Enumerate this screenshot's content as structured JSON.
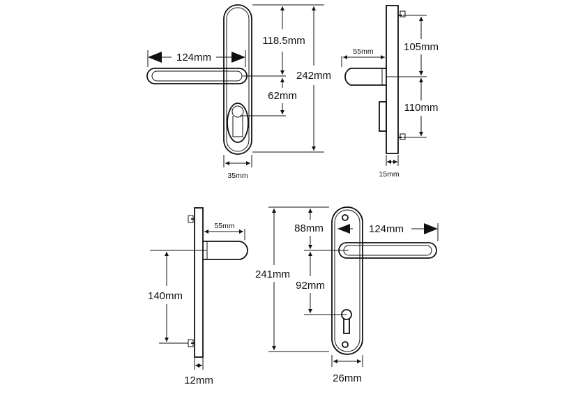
{
  "colors": {
    "line": "#111111",
    "background": "#ffffff"
  },
  "views": {
    "top_front": {
      "handle_width": "124mm",
      "top_to_handle": "118.5mm",
      "overall_height": "242mm",
      "handle_to_keyhole": "62mm",
      "plate_width": "35mm"
    },
    "top_side": {
      "projection": "55mm",
      "top_to_handle": "105mm",
      "handle_to_bottom_fixing": "110mm",
      "plate_thickness": "15mm"
    },
    "bottom_side": {
      "projection": "55mm",
      "handle_to_bottom_fixing": "140mm",
      "plate_thickness": "12mm"
    },
    "bottom_front": {
      "top_to_handle": "88mm",
      "handle_width": "124mm",
      "overall_height": "241mm",
      "handle_to_keyhole": "92mm",
      "plate_width": "26mm"
    }
  }
}
